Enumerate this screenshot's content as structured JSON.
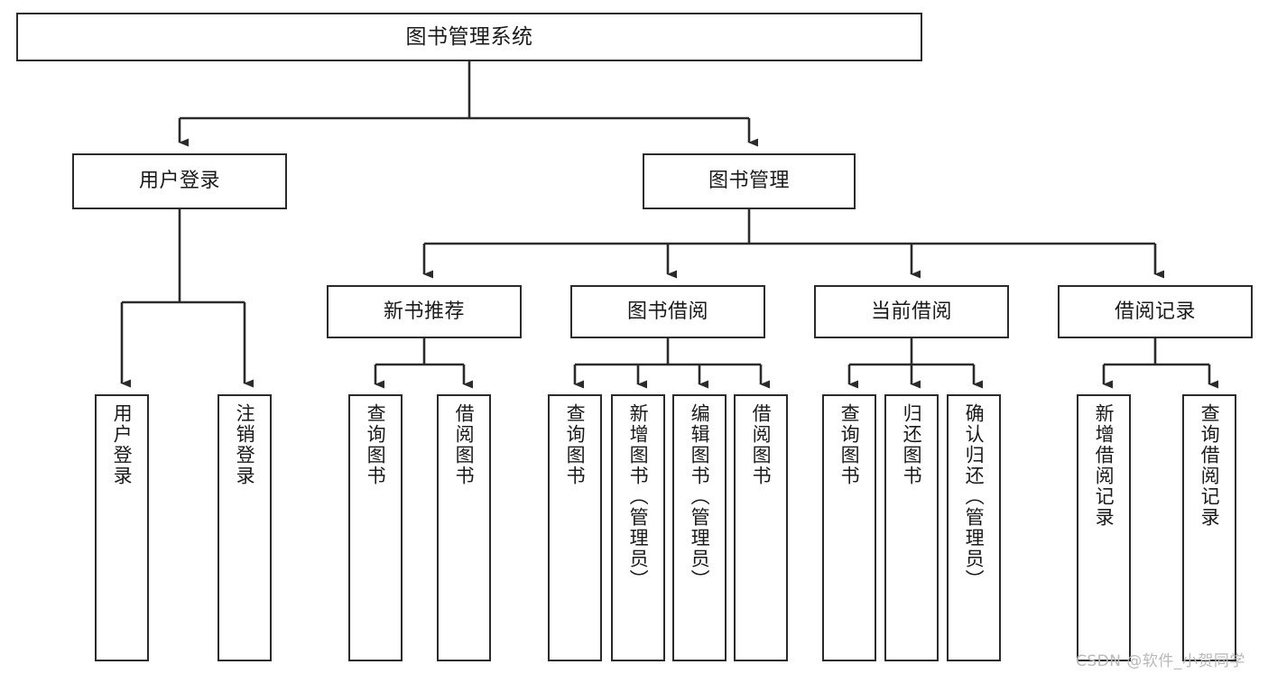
{
  "diagram": {
    "title": "图书管理系统",
    "type": "tree-hierarchy-chart",
    "colors": {
      "box_border": "#2b2b2b",
      "box_fill": "#ffffff",
      "connector": "#2b2b2b",
      "text": "#1a1a1a",
      "watermark": "#b9b9b9",
      "background": "#ffffff"
    }
  },
  "root": {
    "label": "图书管理系统"
  },
  "level2": [
    {
      "label": "用户登录"
    },
    {
      "label": "图书管理"
    }
  ],
  "level3": [
    {
      "label": "新书推荐"
    },
    {
      "label": "图书借阅"
    },
    {
      "label": "当前借阅"
    },
    {
      "label": "借阅记录"
    }
  ],
  "leaves": {
    "user_login": [
      {
        "label": "用户登录"
      },
      {
        "label": "注销登录"
      }
    ],
    "new_book_recommend": [
      {
        "label": "查询图书"
      },
      {
        "label": "借阅图书"
      }
    ],
    "book_borrow": [
      {
        "label": "查询图书"
      },
      {
        "label": "新增图书（管理员）"
      },
      {
        "label": "编辑图书（管理员）"
      },
      {
        "label": "借阅图书"
      }
    ],
    "current_borrow": [
      {
        "label": "查询图书"
      },
      {
        "label": "归还图书"
      },
      {
        "label": "确认归还（管理员）"
      }
    ],
    "borrow_record": [
      {
        "label": "新增借阅记录"
      },
      {
        "label": "查询借阅记录"
      }
    ]
  },
  "watermark": {
    "text": "CSDN @软件_小贺同学"
  }
}
